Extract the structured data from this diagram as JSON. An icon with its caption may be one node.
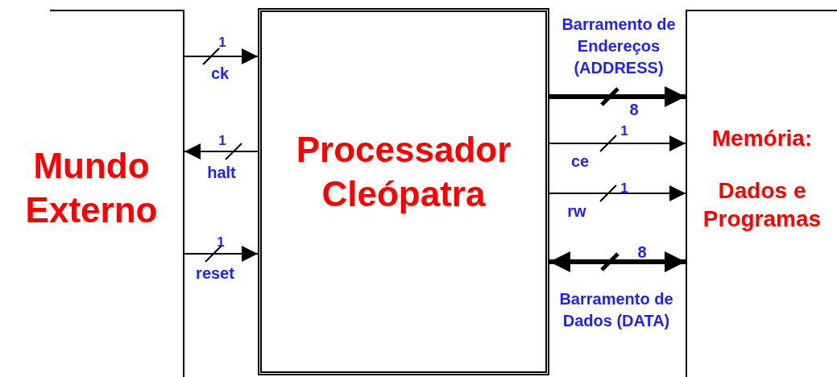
{
  "diagram": {
    "nodes": [
      {
        "text": [
          "Mundo Externo"
        ]
      },
      {
        "text": [
          "Processador Cleópatra"
        ]
      },
      {
        "text": [
          "Memória:",
          "Dados e Programas"
        ]
      }
    ],
    "edges": [
      {
        "from": 0,
        "to": 1,
        "arrow": "to",
        "label": "ck"
      },
      {
        "from": 1,
        "to": 0,
        "arrow": "to",
        "label": "halt"
      },
      {
        "from": 0,
        "to": 1,
        "arrow": "to",
        "label": "reset"
      },
      {
        "from": 1,
        "to": 2,
        "arrow": "to",
        "label": "Barramento de Endereços (ADDRESS)",
        "style": "thick"
      },
      {
        "from": 1,
        "to": 2,
        "arrow": "to",
        "label": "ce"
      },
      {
        "from": 1,
        "to": 2,
        "arrow": "to",
        "label": "rw"
      },
      {
        "from": 1,
        "to": 2,
        "arrow": "both",
        "label": "Barramento de Dados (DATA)",
        "style": "thick"
      }
    ],
    "labels": [
      "1",
      "1",
      "1",
      "8",
      "1",
      "1",
      "8"
    ]
  }
}
